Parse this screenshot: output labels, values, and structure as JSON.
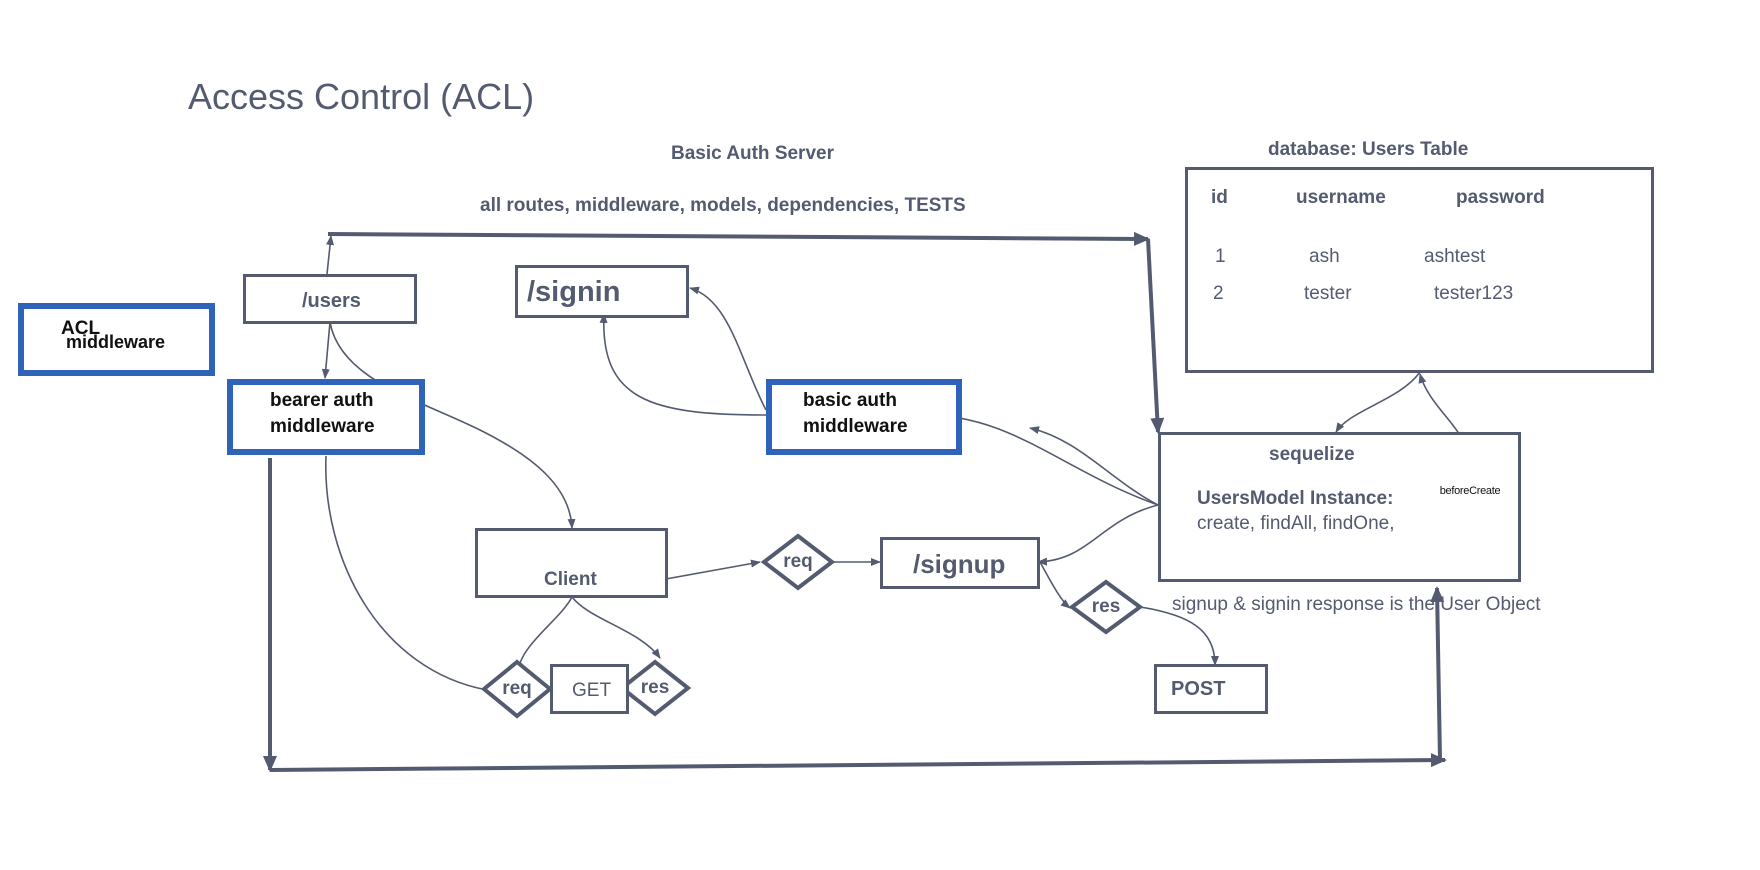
{
  "title": "Access Control (ACL)",
  "server": {
    "title": "Basic Auth Server",
    "subtitle": "all routes, middleware, models, dependencies,  TESTS"
  },
  "database": {
    "title": "database:  Users Table",
    "columns": [
      "id",
      "username",
      "password"
    ],
    "rows": [
      [
        "1",
        "ash",
        "ashtest"
      ],
      [
        "2",
        "tester",
        "tester123"
      ]
    ]
  },
  "nodes": {
    "acl_line1": "ACL",
    "acl_line2": "middleware",
    "users": "/users",
    "bearer_line1": "bearer auth",
    "bearer_line2": "middleware",
    "signin": "/signin",
    "basic_line1": "basic auth",
    "basic_line2": "middleware",
    "client": "Client",
    "req": "req",
    "signup": "/signup",
    "res": "res",
    "get_req": "req",
    "get": "GET",
    "get_res": "res",
    "post": "POST",
    "sequelize": "sequelize",
    "model_title": "UsersModel Instance:",
    "model_methods": "create, findAll, findOne,",
    "hook": "beforeCreate"
  },
  "note": "signup & signin response is the User Object",
  "colors": {
    "ink": "#545b70",
    "accent_blue": "#2f63b8",
    "background": "#ffffff"
  }
}
